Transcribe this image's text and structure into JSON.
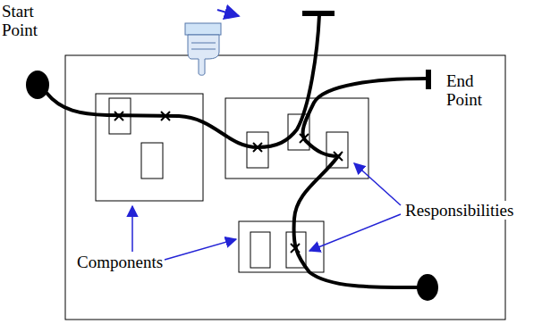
{
  "diagram": {
    "labels": [
      "Start Point",
      "End Point",
      "Components",
      "Responsibilities"
    ]
  }
}
